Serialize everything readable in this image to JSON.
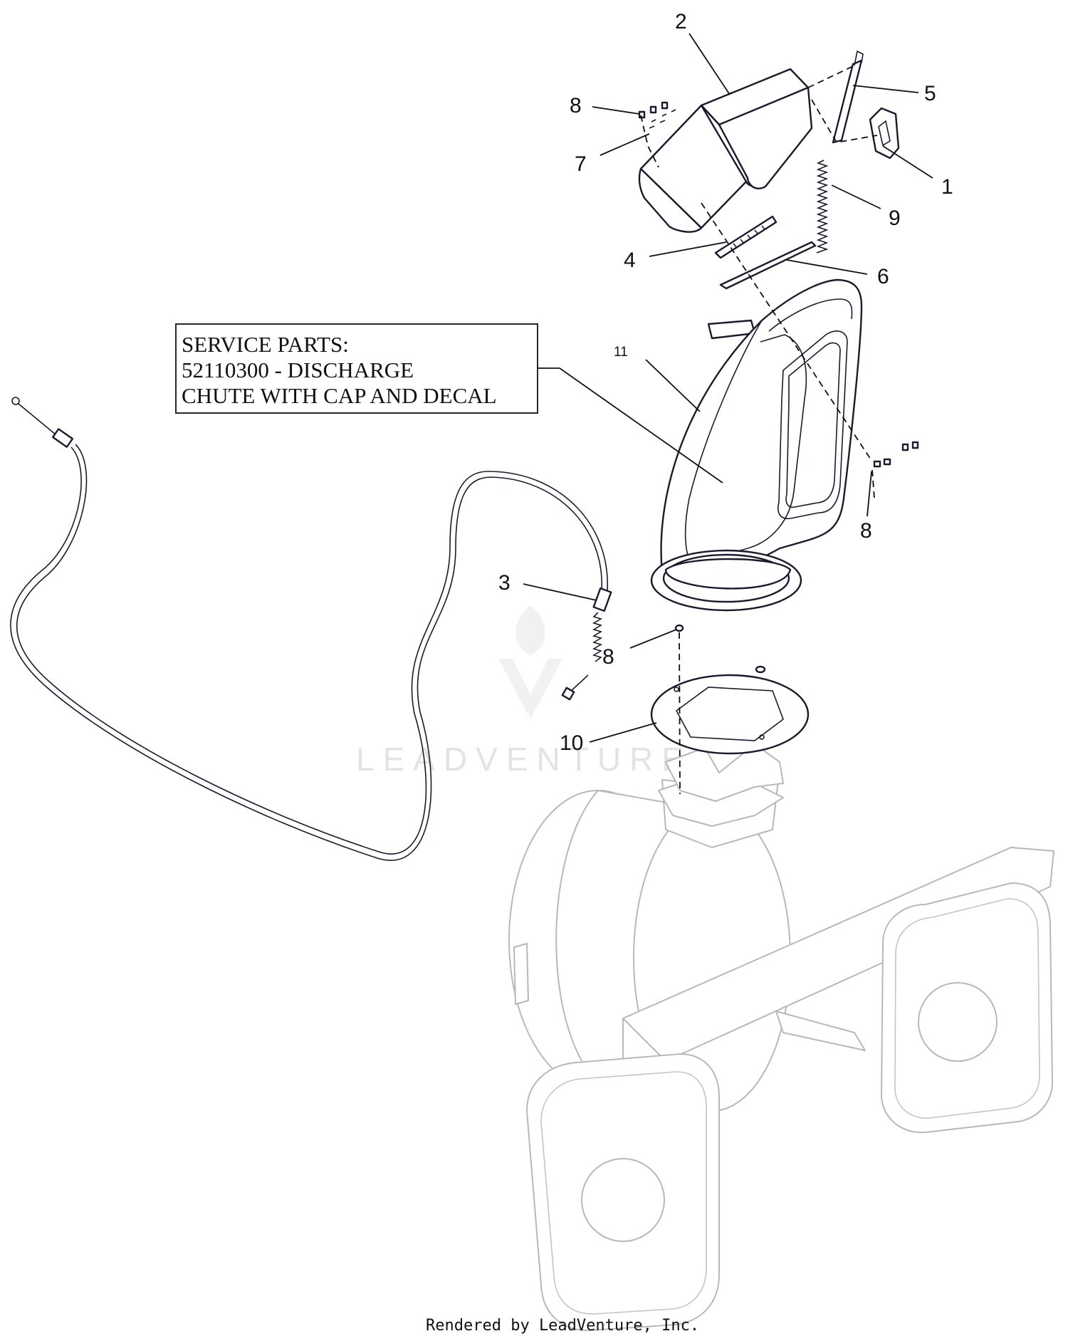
{
  "callouts": {
    "c1": "1",
    "c2": "2",
    "c3": "3",
    "c4": "4",
    "c5": "5",
    "c6": "6",
    "c7": "7",
    "c8a": "8",
    "c8b": "8",
    "c8c": "8",
    "c9": "9",
    "c10": "10",
    "c11": "11"
  },
  "service_box": {
    "line1": "SERVICE PARTS:",
    "line2": "52110300 - DISCHARGE",
    "line3": "CHUTE WITH CAP AND DECAL"
  },
  "watermark": "LEADVENTURE",
  "footer": "Rendered by LeadVenture, Inc.",
  "colors": {
    "line": "#1a1a2e",
    "ghost": "#b8b8b8",
    "watermark": "#e3e3e3"
  }
}
